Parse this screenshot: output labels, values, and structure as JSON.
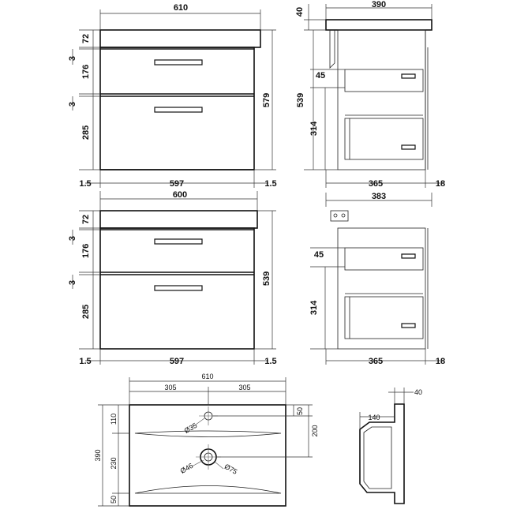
{
  "cabinet_a": {
    "width_total": "610",
    "height_total": "579",
    "worktop": "72",
    "gap_top": "3",
    "drawer_top": "176",
    "gap_mid": "3",
    "drawer_bottom": "285",
    "side_left": "1.5",
    "inner_width": "597",
    "side_right": "1.5"
  },
  "side_a": {
    "depth_total": "390",
    "top": "40",
    "drawer_offset": "45",
    "drawer_height": "314",
    "depth_body": "365",
    "back": "18",
    "height": "539"
  },
  "cabinet_b": {
    "width_total": "600",
    "height_total": "539",
    "worktop": "72",
    "gap_top": "3",
    "drawer_top": "176",
    "gap_mid": "3",
    "drawer_bottom": "285",
    "side_left": "1.5",
    "inner_width": "597",
    "side_right": "1.5"
  },
  "side_b": {
    "depth_total": "383",
    "drawer_offset": "45",
    "drawer_height": "314",
    "depth_body": "365",
    "back": "18"
  },
  "basin": {
    "width": "610",
    "half_left": "305",
    "half_right": "305",
    "depth": "390",
    "front_edge": "110",
    "middle": "230",
    "rear_edge": "50",
    "tap_offset": "50",
    "tap_to_waste": "200",
    "tap_hole": "Ø35",
    "waste_inner": "Ø46",
    "waste_outer": "Ø75"
  },
  "basin_side": {
    "rim": "40",
    "projection": "140"
  }
}
